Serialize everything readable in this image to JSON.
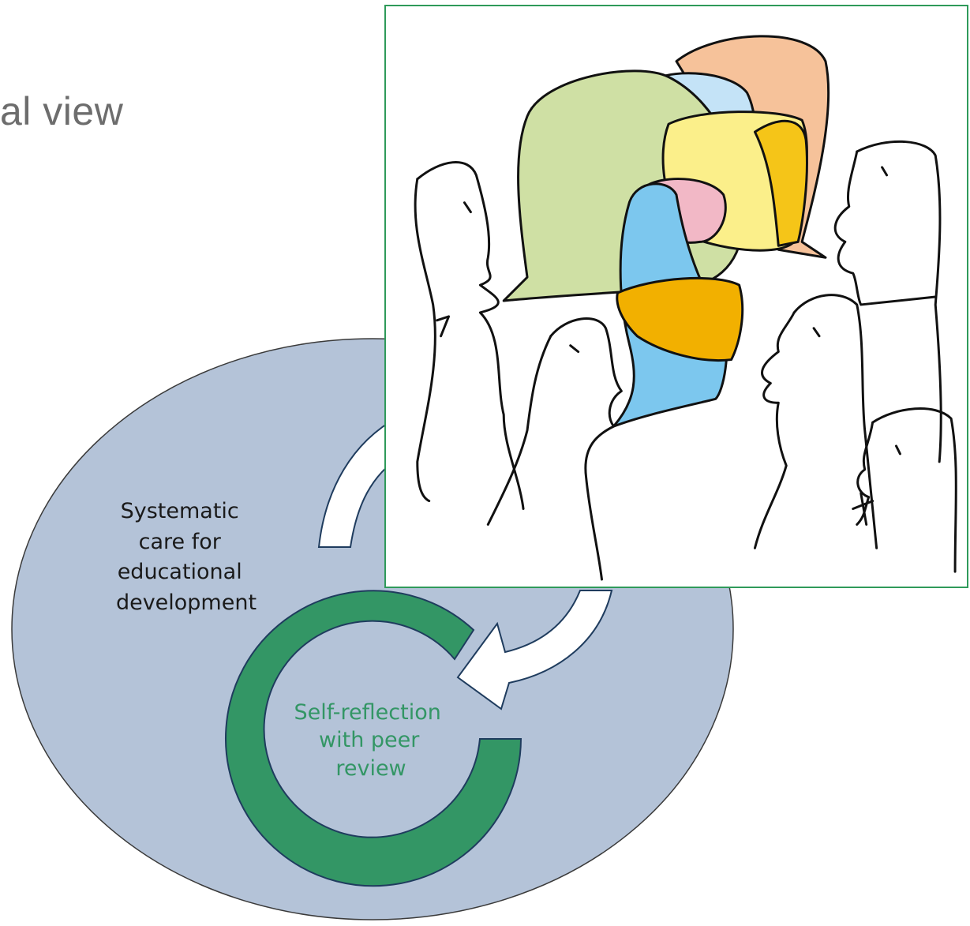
{
  "title": "al view",
  "diagram": {
    "outer_label_lines": [
      "Systematic",
      "care for",
      "educational",
      "development"
    ],
    "inner_label_lines": [
      "Self-reflection",
      "with peer",
      "review"
    ]
  },
  "colors": {
    "ellipse_fill": "#b4c3d8",
    "ring_fill": "#339665",
    "ring_stroke": "#1f3c5e",
    "inner_text": "#339665",
    "frame_border": "#2f9a5a"
  },
  "illustration": {
    "icon": "people-discussion-speech-bubbles-illustration"
  }
}
